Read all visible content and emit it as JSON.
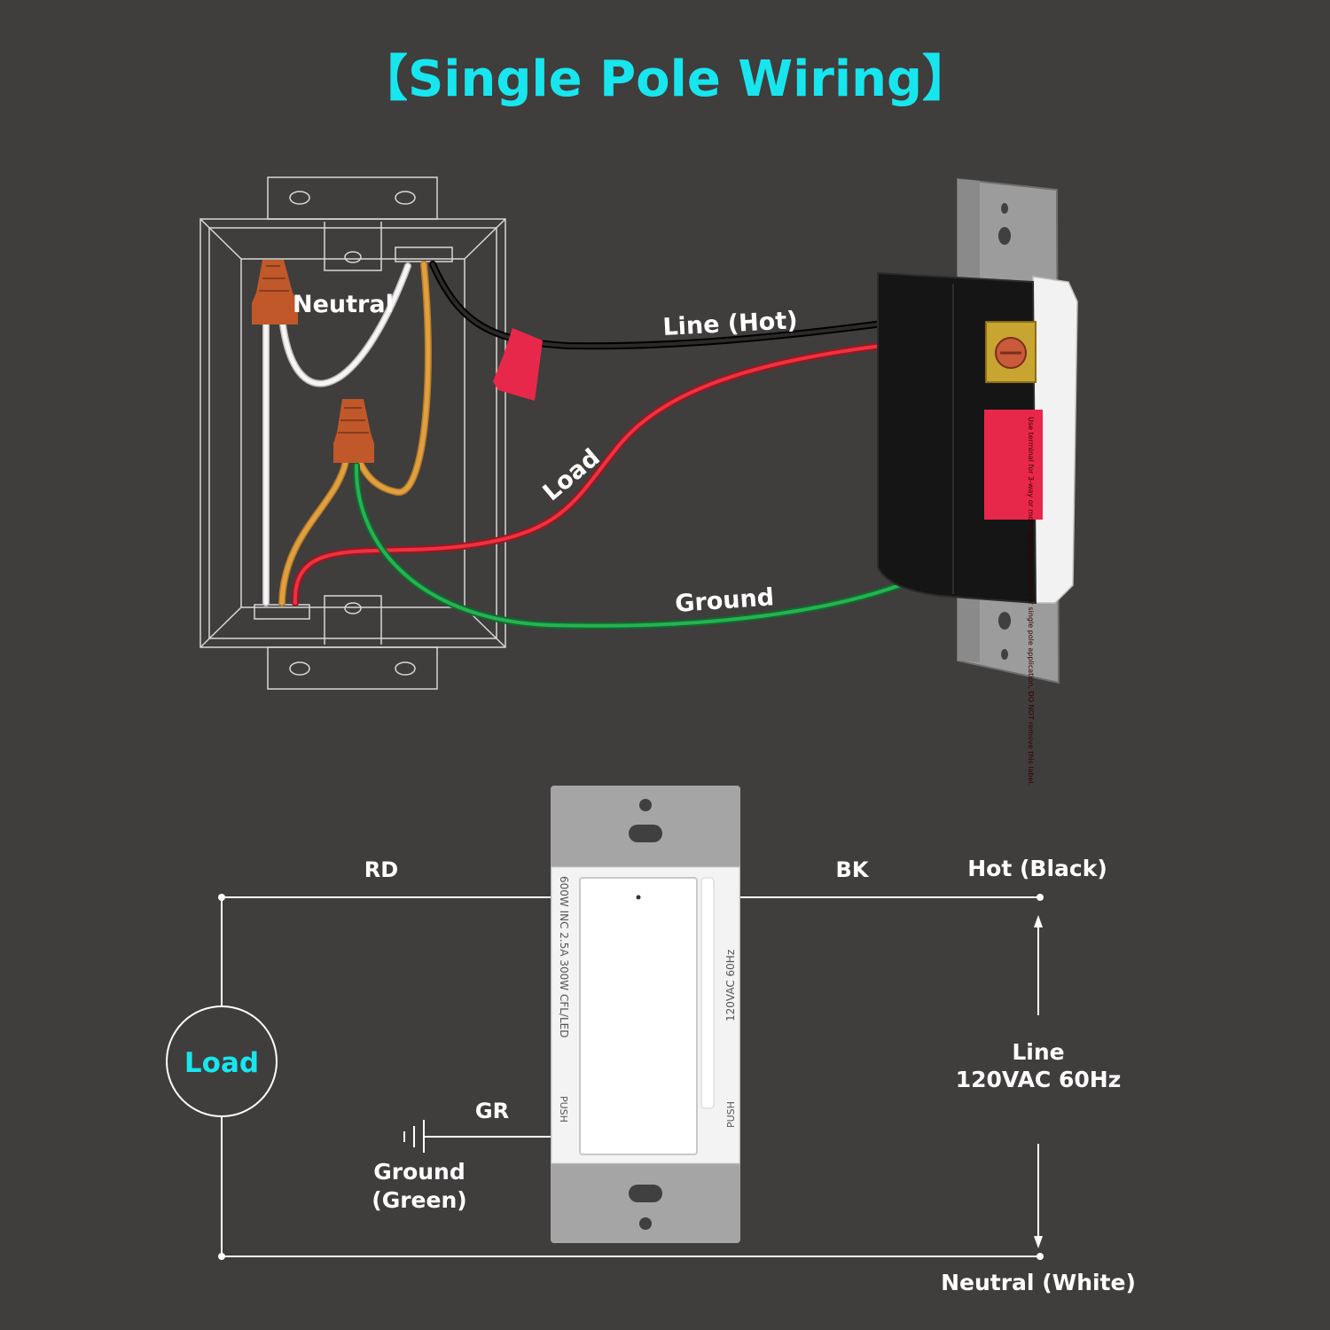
{
  "title": "【Single Pole Wiring】",
  "colors": {
    "background": "#403d3d",
    "title": "#17e6ee",
    "hot_wire": "#111111",
    "load_wire": "#e02a35",
    "ground_wire": "#1f9a45",
    "neutral_wire": "#eeeeee",
    "wire_nut": "#c8602a",
    "wire_lines": "#ffffff"
  },
  "top_diagram": {
    "neutral_label": "Neutral",
    "line_hot_label": "Line (Hot)",
    "load_label": "Load",
    "ground_label": "Ground",
    "switch_label": "Use terminal for 3-way or more applications only. For single pole application, DO NOT remove this label."
  },
  "bottom_diagram": {
    "rd_label": "RD",
    "bk_label": "BK",
    "hot_label": "Hot (Black)",
    "load_label": "Load",
    "gr_label": "GR",
    "ground_label_line1": "Ground",
    "ground_label_line2": "(Green)",
    "line_label_line1": "Line",
    "line_label_line2": "120VAC 60Hz",
    "neutral_label": "Neutral (White)",
    "rating_left": "600W INC   2.5A 300W CFL/LED",
    "rating_right": "120VAC 60Hz",
    "push_left": "PUSH",
    "push_right": "PUSH"
  }
}
